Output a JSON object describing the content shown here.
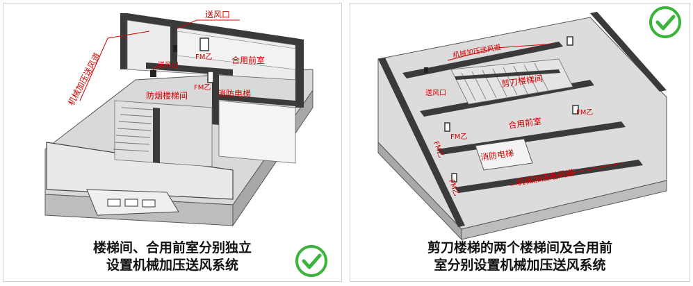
{
  "left": {
    "labels": {
      "supply_outlet_top": "送风口",
      "pressurized_duct": "机械加压送风道",
      "supply_outlet_mid": "送风口",
      "fm_door_1": "FM乙",
      "shared_anteroom": "合用前室",
      "fm_door_2": "FM乙",
      "smoke_stair": "防烟楼梯间",
      "fire_elevator": "消防电梯"
    },
    "caption_line1": "楼梯间、合用前室分别独立",
    "caption_line2": "设置机械加压送风系统"
  },
  "right": {
    "labels": {
      "duct_top": "机械加压送风道",
      "supply_outlet": "送风口",
      "scissor_stair": "剪刀楼梯间",
      "fm_top_right": "FM乙",
      "fm_left_1": "FM乙",
      "shared_anteroom": "合用前室",
      "fm_mid": "FM乙",
      "fire_elevator": "消防电梯",
      "fm_left_2": "FM乙",
      "duct_bottom": "机械加压送风道"
    },
    "caption_line1": "剪刀楼梯的两个楼梯间及合用前",
    "caption_line2": "室分别设置机械加压送风系统"
  },
  "colors": {
    "check": "#3cb43c",
    "label": "#d40000",
    "wall": "#3a3a3a"
  },
  "icons": [
    "check-circle-icon",
    "check-circle-icon"
  ]
}
